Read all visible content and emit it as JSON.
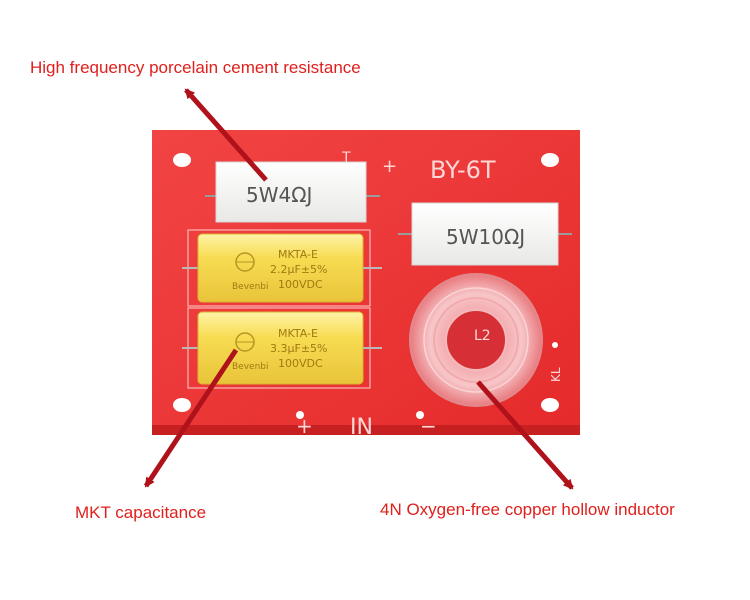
{
  "callouts": {
    "resistance": "High frequency porcelain cement resistance",
    "capacitance": "MKT capacitance",
    "inductor": "4N Oxygen-free copper hollow inductor"
  },
  "board": {
    "model": "BY-6T",
    "input_label": "IN",
    "plus_sign": "+",
    "minus_sign": "−",
    "t_mark": "T",
    "inductor_label": "L2",
    "maker_mark": "KL"
  },
  "resistors": {
    "r1": "5W4ΩJ",
    "r2": "5W10ΩJ"
  },
  "capacitors": [
    {
      "model": "MKTA-E",
      "value": "2.2μF±5%",
      "voltage": "100VDC",
      "brand": "Bevenbi"
    },
    {
      "model": "MKTA-E",
      "value": "3.3μF±5%",
      "voltage": "100VDC",
      "brand": "Bevenbi"
    }
  ],
  "colors": {
    "pcb": "#ee3434",
    "callout_text": "#e0201c",
    "arrow": "#b0121b",
    "capacitor": "#f5d640",
    "resistor": "#f4f4f2"
  }
}
